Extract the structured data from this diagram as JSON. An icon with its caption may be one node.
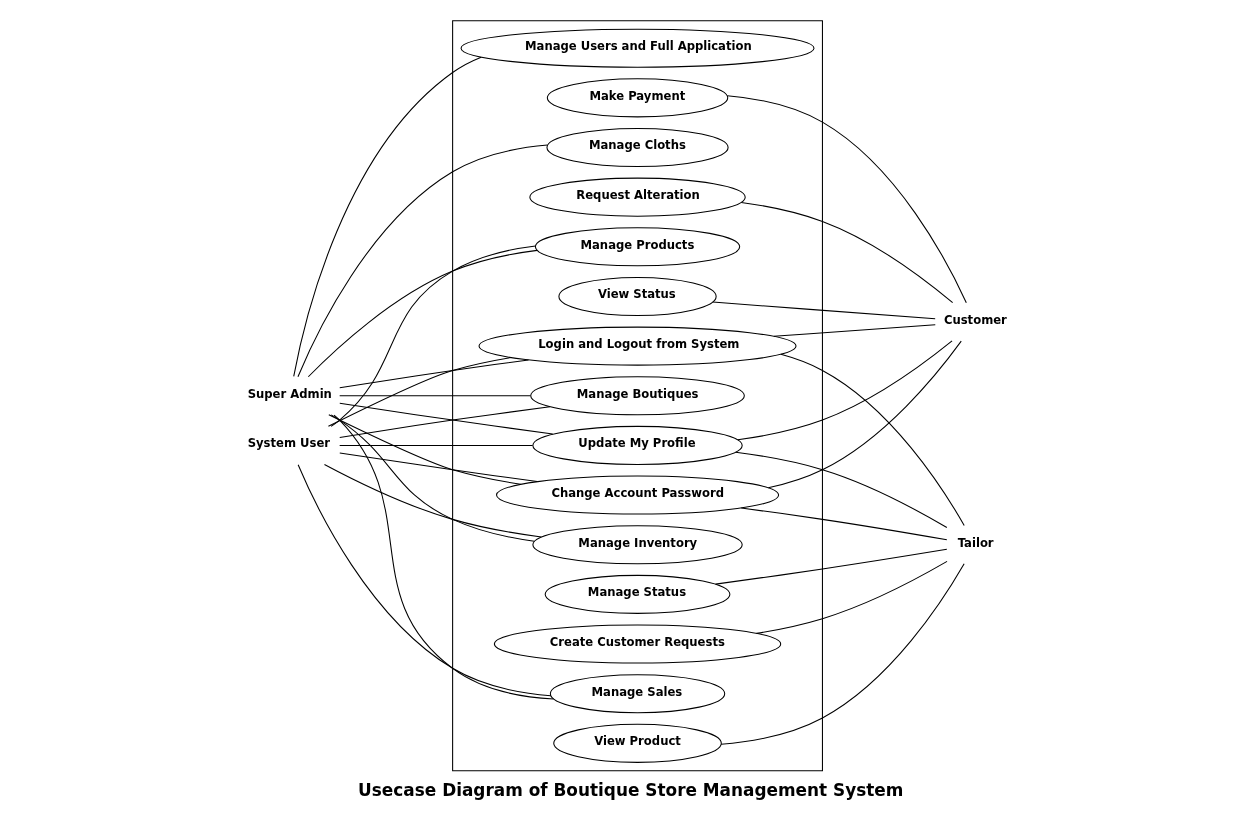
{
  "diagram": {
    "title": "Usecase Diagram of Boutique Store Management System",
    "nodes": [
      {
        "text": [
          "Super Admin"
        ]
      },
      {
        "text": [
          "System User"
        ]
      },
      {
        "text": [],
        "shape": "box"
      },
      {
        "text": [
          "Manage Users and Full Application"
        ],
        "in": 2
      },
      {
        "text": [
          "Make Payment"
        ],
        "in": 2
      },
      {
        "text": [
          "Manage Boutiques"
        ],
        "in": 2
      },
      {
        "text": [
          "Request Alteration"
        ],
        "in": 2
      },
      {
        "text": [
          "Manage Cloths"
        ],
        "in": 2
      },
      {
        "text": [
          "View Status"
        ],
        "in": 2
      },
      {
        "text": [
          "Login and Logout from System"
        ],
        "in": 2
      },
      {
        "text": [
          "Update My Profile"
        ],
        "in": 2
      },
      {
        "text": [
          "Change Account Password"
        ],
        "in": 2
      },
      {
        "text": [
          "Manage Sales"
        ],
        "in": 2
      },
      {
        "text": [
          "View Product"
        ],
        "in": 2
      },
      {
        "text": [
          "Manage Products"
        ],
        "in": 2
      },
      {
        "text": [
          "Create Customer Requests"
        ],
        "in": 2
      },
      {
        "text": [
          "Manage Inventory"
        ],
        "in": 2
      },
      {
        "text": [
          "Manage Status"
        ],
        "in": 2
      },
      {
        "text": [
          "Customer"
        ]
      },
      {
        "text": [
          "Tailor"
        ]
      }
    ],
    "edges": [
      {
        "from": 0,
        "to": 3,
        "arrow": "none"
      },
      {
        "from": 0,
        "to": 5,
        "arrow": "none"
      },
      {
        "from": 0,
        "to": 7,
        "arrow": "none"
      },
      {
        "from": 0,
        "to": 9,
        "arrow": "none"
      },
      {
        "from": 0,
        "to": 10,
        "arrow": "none"
      },
      {
        "from": 0,
        "to": 11,
        "arrow": "none"
      },
      {
        "from": 0,
        "to": 12,
        "arrow": "none"
      },
      {
        "from": 0,
        "to": 14,
        "arrow": "none"
      },
      {
        "from": 0,
        "to": 16,
        "arrow": "none"
      },
      {
        "from": 1,
        "to": 5,
        "arrow": "none"
      },
      {
        "from": 1,
        "to": 9,
        "arrow": "none"
      },
      {
        "from": 1,
        "to": 10,
        "arrow": "none"
      },
      {
        "from": 1,
        "to": 11,
        "arrow": "none"
      },
      {
        "from": 1,
        "to": 12,
        "arrow": "none"
      },
      {
        "from": 1,
        "to": 14,
        "arrow": "none"
      },
      {
        "from": 1,
        "to": 16,
        "arrow": "none"
      },
      {
        "from": 4,
        "to": 18,
        "arrow": "none"
      },
      {
        "from": 6,
        "to": 18,
        "arrow": "none"
      },
      {
        "from": 8,
        "to": 18,
        "arrow": "none"
      },
      {
        "from": 9,
        "to": 18,
        "arrow": "none"
      },
      {
        "from": 10,
        "to": 18,
        "arrow": "none"
      },
      {
        "from": 11,
        "to": 18,
        "arrow": "none"
      },
      {
        "from": 9,
        "to": 19,
        "arrow": "none"
      },
      {
        "from": 10,
        "to": 19,
        "arrow": "none"
      },
      {
        "from": 11,
        "to": 19,
        "arrow": "none"
      },
      {
        "from": 13,
        "to": 19,
        "arrow": "none"
      },
      {
        "from": 15,
        "to": 19,
        "arrow": "none"
      },
      {
        "from": 17,
        "to": 19,
        "arrow": "none"
      }
    ]
  }
}
